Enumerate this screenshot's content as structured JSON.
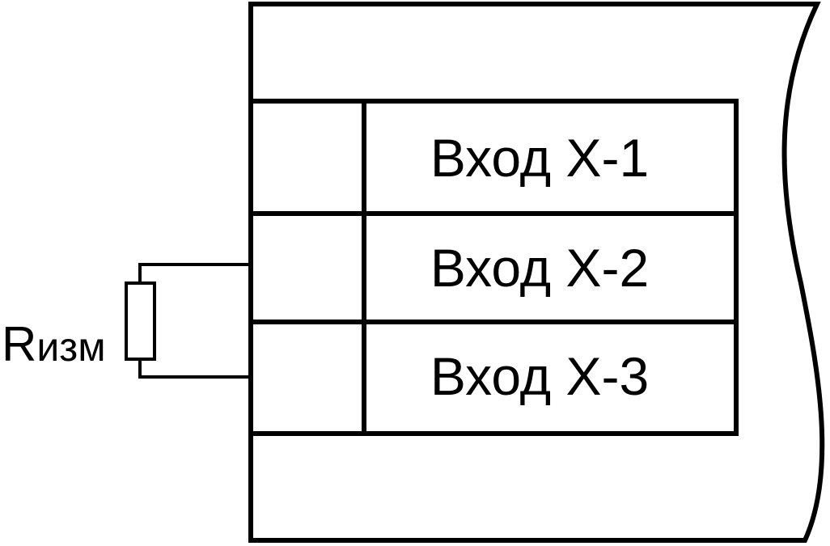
{
  "inputs": [
    {
      "label": "Вход X-1"
    },
    {
      "label": "Вход X-2"
    },
    {
      "label": "Вход X-3"
    }
  ],
  "resistor": {
    "label_main": "R",
    "label_sub": "изм"
  }
}
